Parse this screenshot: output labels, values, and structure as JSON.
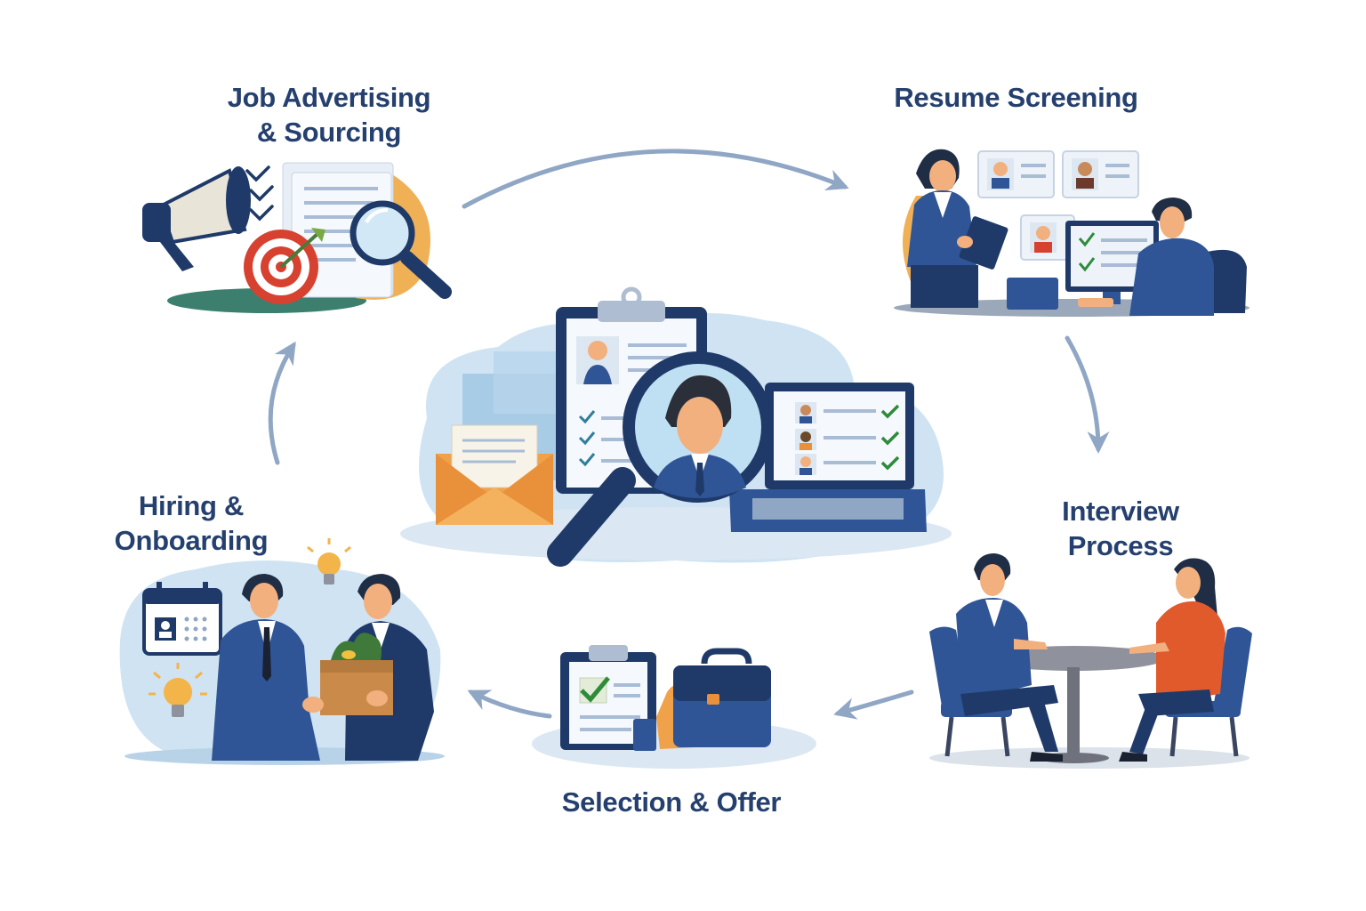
{
  "stages": {
    "sourcing": {
      "label": "Job Advertising\n& Sourcing"
    },
    "screening": {
      "label": "Resume Screening"
    },
    "interview": {
      "label": "Interview\nProcess"
    },
    "offer": {
      "label": "Selection & Offer"
    },
    "onboarding": {
      "label": "Hiring &\nOnboarding"
    }
  },
  "colors": {
    "navy": "#1f3a68",
    "blue": "#2f5596",
    "light_blue": "#cfe3f3",
    "orange": "#e8913a",
    "arrow": "#8fa6c4",
    "text": "#25406e"
  },
  "icons": [
    "megaphone-icon",
    "target-icon",
    "magnifier-icon",
    "clipboard-icon",
    "laptop-icon",
    "envelope-icon",
    "briefcase-icon",
    "thumbs-up-icon",
    "calendar-icon",
    "lightbulb-icon",
    "box-icon",
    "checkmark-icon"
  ]
}
